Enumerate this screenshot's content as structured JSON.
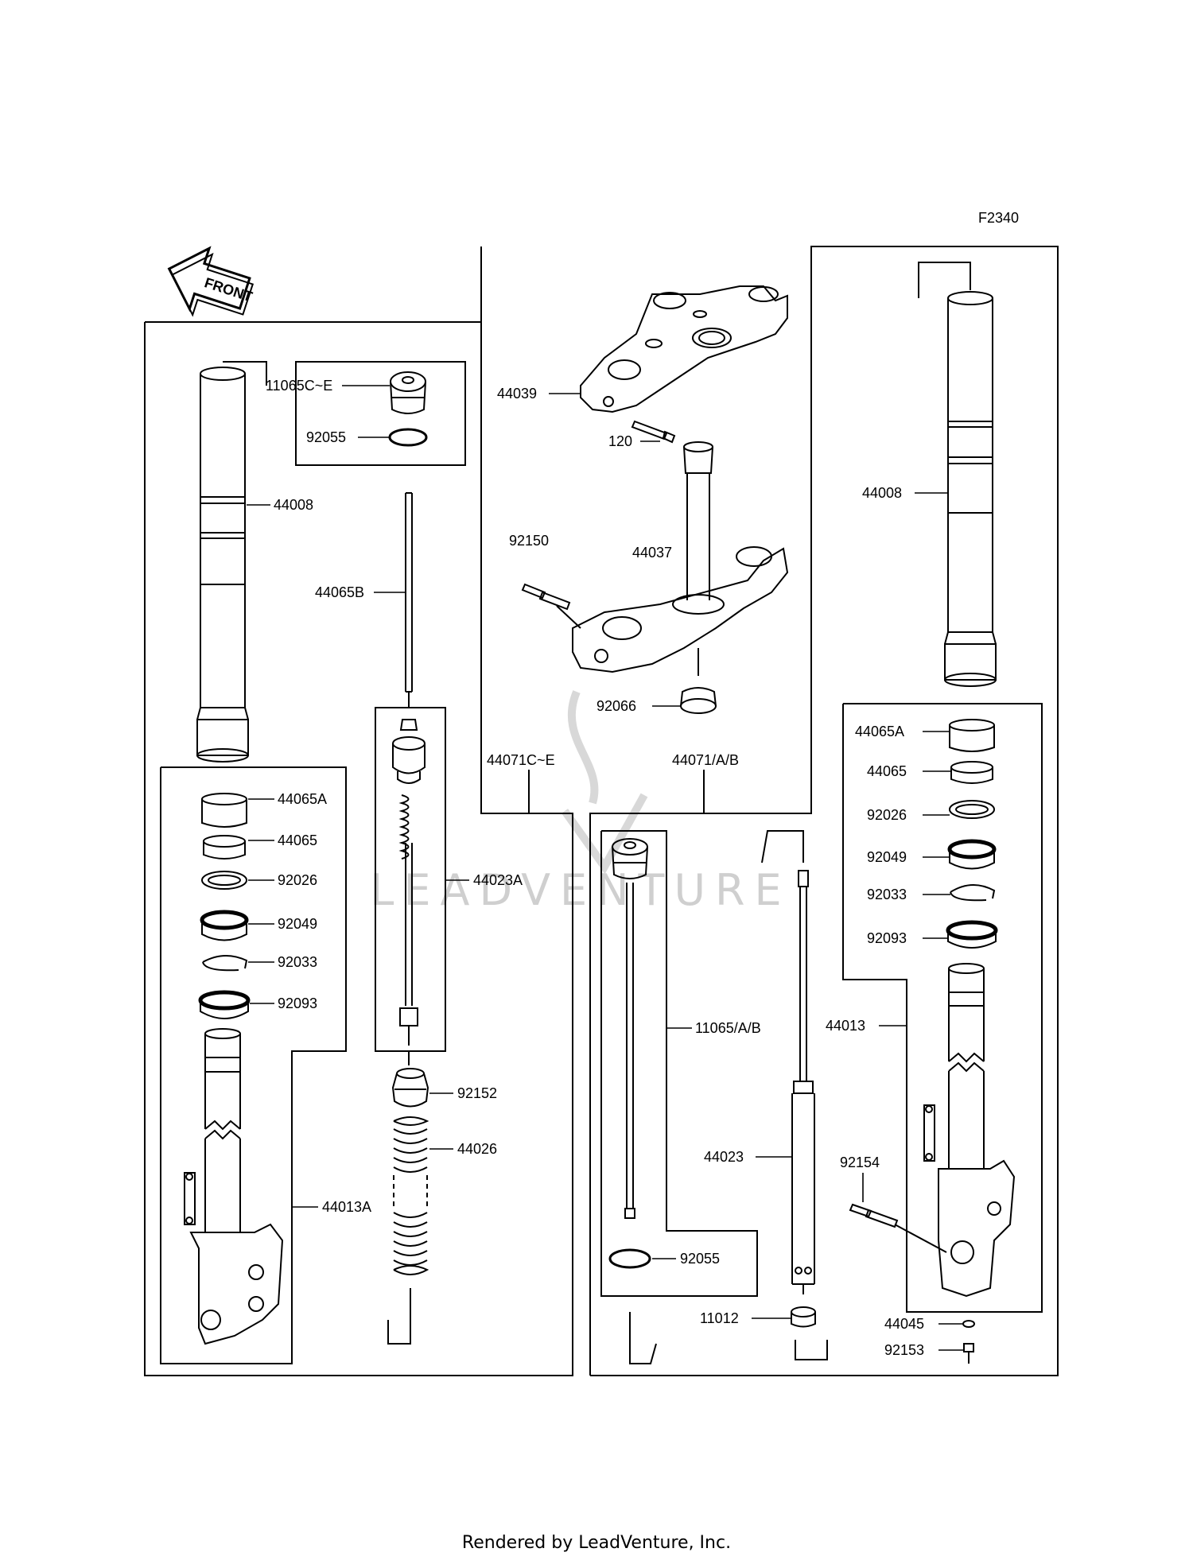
{
  "diagram_code": "F2340",
  "front_label": "FRONT",
  "watermark": "LEADVENTURE",
  "footer": "Rendered by LeadVenture, Inc.",
  "labels": {
    "p11065CE": "11065C~E",
    "p92055_top": "92055",
    "p44008_left": "44008",
    "p44065B": "44065B",
    "p44065A_left": "44065A",
    "p44065_left": "44065",
    "p92026_left": "92026",
    "p92049_left": "92049",
    "p92033_left": "92033",
    "p92093_left": "92093",
    "p44013A": "44013A",
    "p44023A": "44023A",
    "p92152": "92152",
    "p44026": "44026",
    "p44071CE": "44071C~E",
    "p44071AB": "44071/A/B",
    "p44039": "44039",
    "p120": "120",
    "p44037": "44037",
    "p92150": "92150",
    "p92066": "92066",
    "p44008_right": "44008",
    "p44065A_right": "44065A",
    "p44065_right": "44065",
    "p92026_right": "92026",
    "p92049_right": "92049",
    "p92033_right": "92033",
    "p92093_right": "92093",
    "p44013": "44013",
    "p92154": "92154",
    "p44045": "44045",
    "p92153": "92153",
    "p11065AB": "11065/A/B",
    "p92055_bottom": "92055",
    "p44023": "44023",
    "p11012": "11012"
  }
}
